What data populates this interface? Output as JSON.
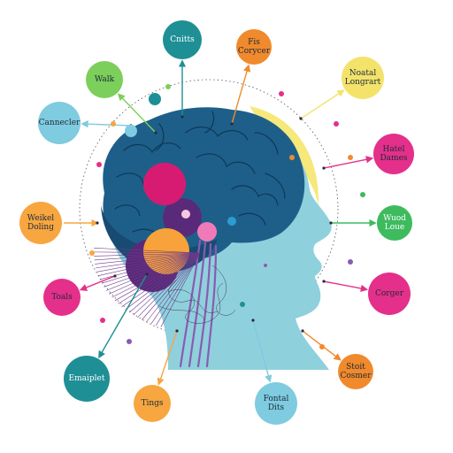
{
  "nodes": [
    {
      "id": "n1",
      "label": "Cnitts",
      "color": "#1f8f96",
      "text_color": "#ffffff"
    },
    {
      "id": "n2",
      "label": "Fis\nCorycer",
      "color": "#f08a2c",
      "text_color": "#1e2a3a"
    },
    {
      "id": "n3",
      "label": "Walk",
      "color": "#7ccf5a",
      "text_color": "#1e2a3a"
    },
    {
      "id": "n4",
      "label": "Noatal\nLongrart",
      "color": "#f3e36a",
      "text_color": "#1e2a3a"
    },
    {
      "id": "n5",
      "label": "Cannecler",
      "color": "#7fcbe0",
      "text_color": "#1e2a3a"
    },
    {
      "id": "n6",
      "label": "Hatel\nDames",
      "color": "#e4308a",
      "text_color": "#1e2a3a"
    },
    {
      "id": "n7",
      "label": "Weikel\nDoling",
      "color": "#f7a640",
      "text_color": "#1e2a3a"
    },
    {
      "id": "n8",
      "label": "Wuod\nLoue",
      "color": "#3dbb5e",
      "text_color": "#ffffff"
    },
    {
      "id": "n9",
      "label": "Toals",
      "color": "#e4308a",
      "text_color": "#1e2a3a"
    },
    {
      "id": "n10",
      "label": "Corger",
      "color": "#e4308a",
      "text_color": "#1e2a3a"
    },
    {
      "id": "n11",
      "label": "Emaiplet",
      "color": "#1f8f96",
      "text_color": "#ffffff"
    },
    {
      "id": "n12",
      "label": "Stoit\nCosmer",
      "color": "#f08a2c",
      "text_color": "#1e2a3a"
    },
    {
      "id": "n13",
      "label": "Tings",
      "color": "#f7a640",
      "text_color": "#1e2a3a"
    },
    {
      "id": "n14",
      "label": "Fontal\nDits",
      "color": "#7fcbe0",
      "text_color": "#1e2a3a"
    }
  ],
  "colors": {
    "brain": "#1e5f8a",
    "brain_dark": "#174b72",
    "head": "#8fd0dd",
    "halo": "#f6e87a",
    "magenta": "#d81b72",
    "orange": "#f7a23a",
    "purple": "#5a2a7a",
    "connector": "#2a2a3a"
  }
}
